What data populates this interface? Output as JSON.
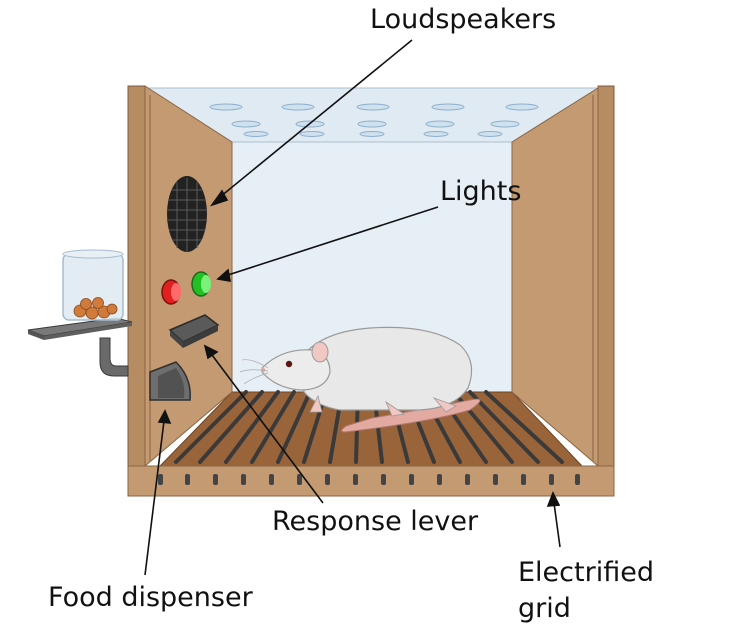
{
  "labels": {
    "loudspeakers": "Loudspeakers",
    "lights": "Lights",
    "response_lever": "Response lever",
    "food_dispenser": "Food dispenser",
    "electrified_grid_line1": "Electrified",
    "electrified_grid_line2": "grid"
  },
  "colors": {
    "wood": "#c39a72",
    "wood_dark": "#9c7651",
    "floor": "#a0683a",
    "glass": "#e8f0f6",
    "rod": "#3d3d3d",
    "red_light": "#e02020",
    "green_light": "#22c022",
    "rat": "#e6e6e6",
    "tail": "#e0a8a0"
  }
}
